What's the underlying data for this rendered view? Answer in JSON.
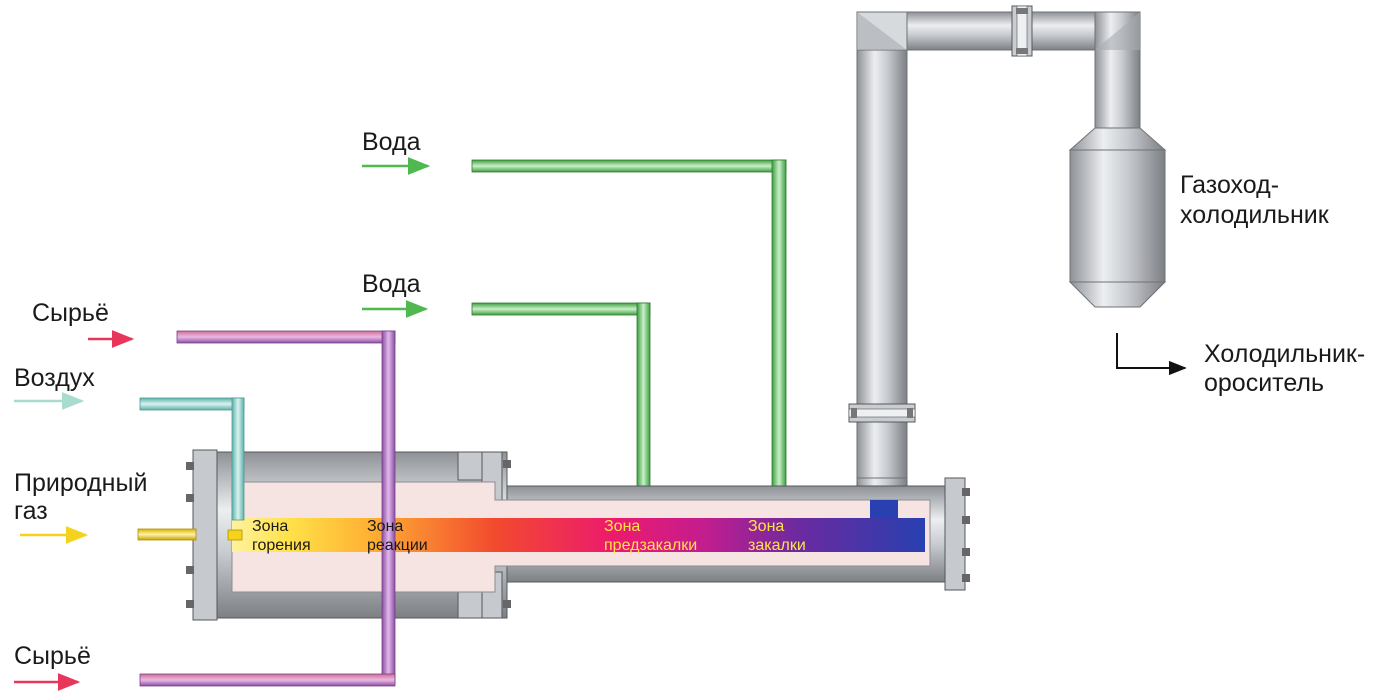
{
  "labels": {
    "water_top": "Вода",
    "water_mid": "Вода",
    "feed_top": "Сырьё",
    "air": "Воздух",
    "natural_gas_line1": "Природный",
    "natural_gas_line2": "газ",
    "feed_bottom": "Сырьё",
    "gas_cooler_line1": "Газоход-",
    "gas_cooler_line2": "холодильник",
    "cooler_irrigator_line1": "Холодильник-",
    "cooler_irrigator_line2": "ороситель"
  },
  "zones": {
    "combustion_line1": "Зона",
    "combustion_line2": "горения",
    "reaction_line1": "Зона",
    "reaction_line2": "реакции",
    "prequench_line1": "Зона",
    "prequench_line2": "предзакалки",
    "quench_line1": "Зона",
    "quench_line2": "закалки"
  },
  "colors": {
    "feed": "#e8365a",
    "air": "#a8dccf",
    "gas": "#f5d21e",
    "water": "#4fb84f",
    "feed_pipe": "#b07ac4",
    "air_pipe": "#9ad6d0",
    "water_pipe": "#8fd48f",
    "steel": "#b9bcc0"
  }
}
